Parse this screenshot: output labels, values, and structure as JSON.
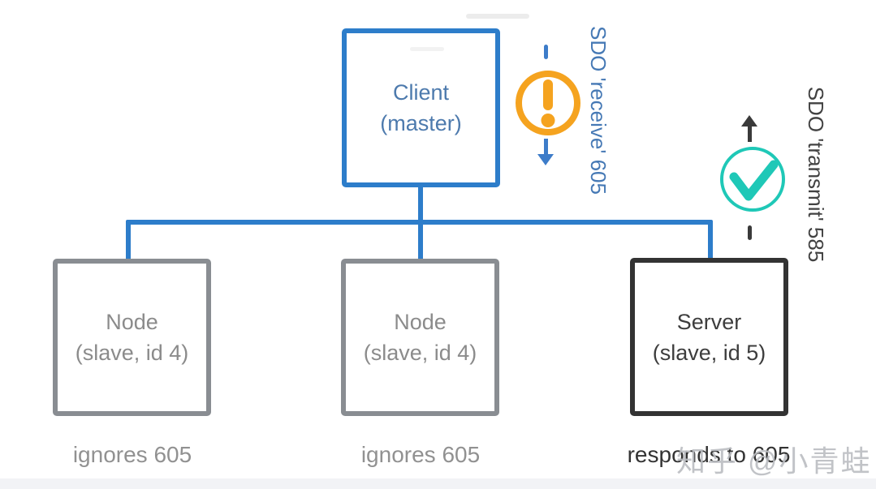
{
  "diagram": {
    "client": {
      "line1": "Client",
      "line2": "(master)"
    },
    "nodes": [
      {
        "line1": "Node",
        "line2": "(slave, id 4)",
        "caption": "ignores 605"
      },
      {
        "line1": "Node",
        "line2": "(slave, id 4)",
        "caption": "ignores 605"
      },
      {
        "line1": "Server",
        "line2": "(slave, id 5)",
        "caption": "responds to 605"
      }
    ],
    "annotations": {
      "receive": "SDO 'receive' 605",
      "transmit": "SDO 'transmit' 585"
    },
    "icons": {
      "alert": "exclamation-icon",
      "success": "check-icon",
      "receive_direction": "arrow-down-icon",
      "transmit_direction": "arrow-up-icon"
    },
    "colors": {
      "bus_blue": "#2d7dca",
      "client_text": "#4d7aad",
      "node_border": "#898d92",
      "node_text": "#8b8b8b",
      "server_border": "#333333",
      "server_text": "#3d3d3d",
      "receive_label": "#4679b5",
      "transmit_label": "#424242",
      "alert_orange": "#f5a31f",
      "success_teal": "#1fc8b7",
      "caption_gray": "#919191",
      "watermark_gray": "#babcc1"
    },
    "watermark": "知乎 @小青蛙"
  }
}
